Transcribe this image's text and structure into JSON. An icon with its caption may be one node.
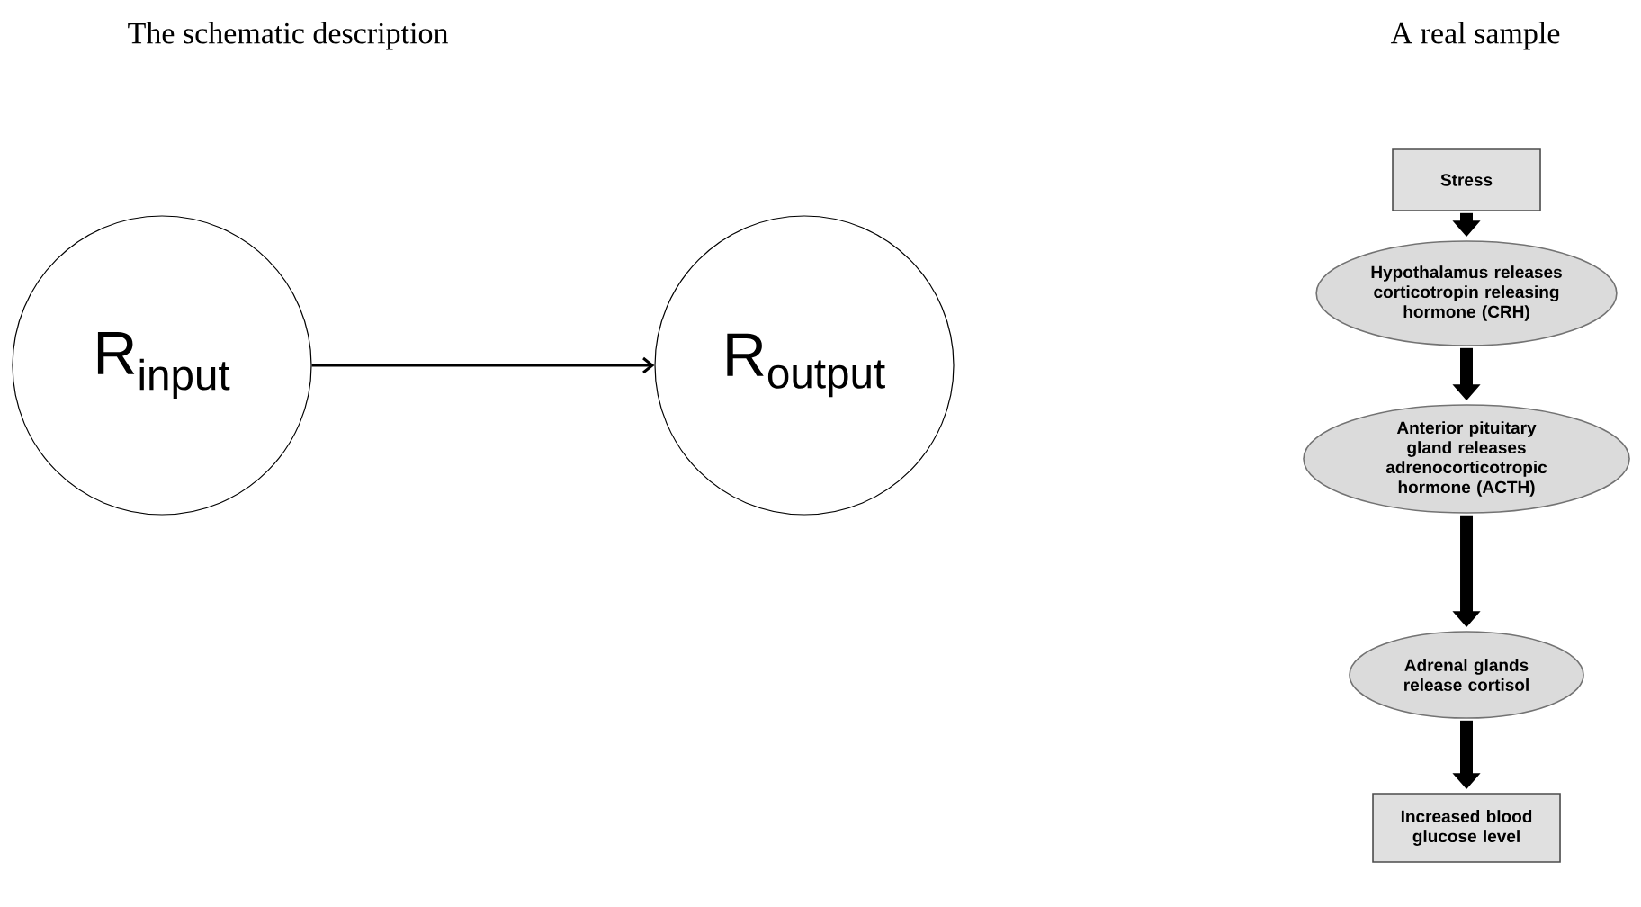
{
  "diagram": {
    "nodes": [
      {
        "text": [
          "R$_{input}$"
        ]
      },
      {
        "text": [
          "R$_{output}$"
        ]
      },
      {
        "text": [
          "Stress"
        ]
      },
      {
        "text": [
          "Hypothalamus releases corticotropin releasing hormone (CRH)"
        ]
      },
      {
        "text": [
          "Anterior pituitary gland releases adrenocorticotropic hormone (ACTH)"
        ]
      },
      {
        "text": [
          "Adrenal glands release cortisol"
        ]
      },
      {
        "text": [
          "Increased blood glucose level"
        ]
      }
    ],
    "edges": [
      {
        "from": 0,
        "to": 1,
        "arrow": "to"
      },
      {
        "from": 2,
        "to": 3,
        "arrow": "to"
      },
      {
        "from": 3,
        "to": 4,
        "arrow": "to"
      },
      {
        "from": 4,
        "to": 5,
        "arrow": "to"
      },
      {
        "from": 5,
        "to": 6,
        "arrow": "to"
      }
    ],
    "labels": [
      "The schematic description",
      "A real sample"
    ]
  }
}
